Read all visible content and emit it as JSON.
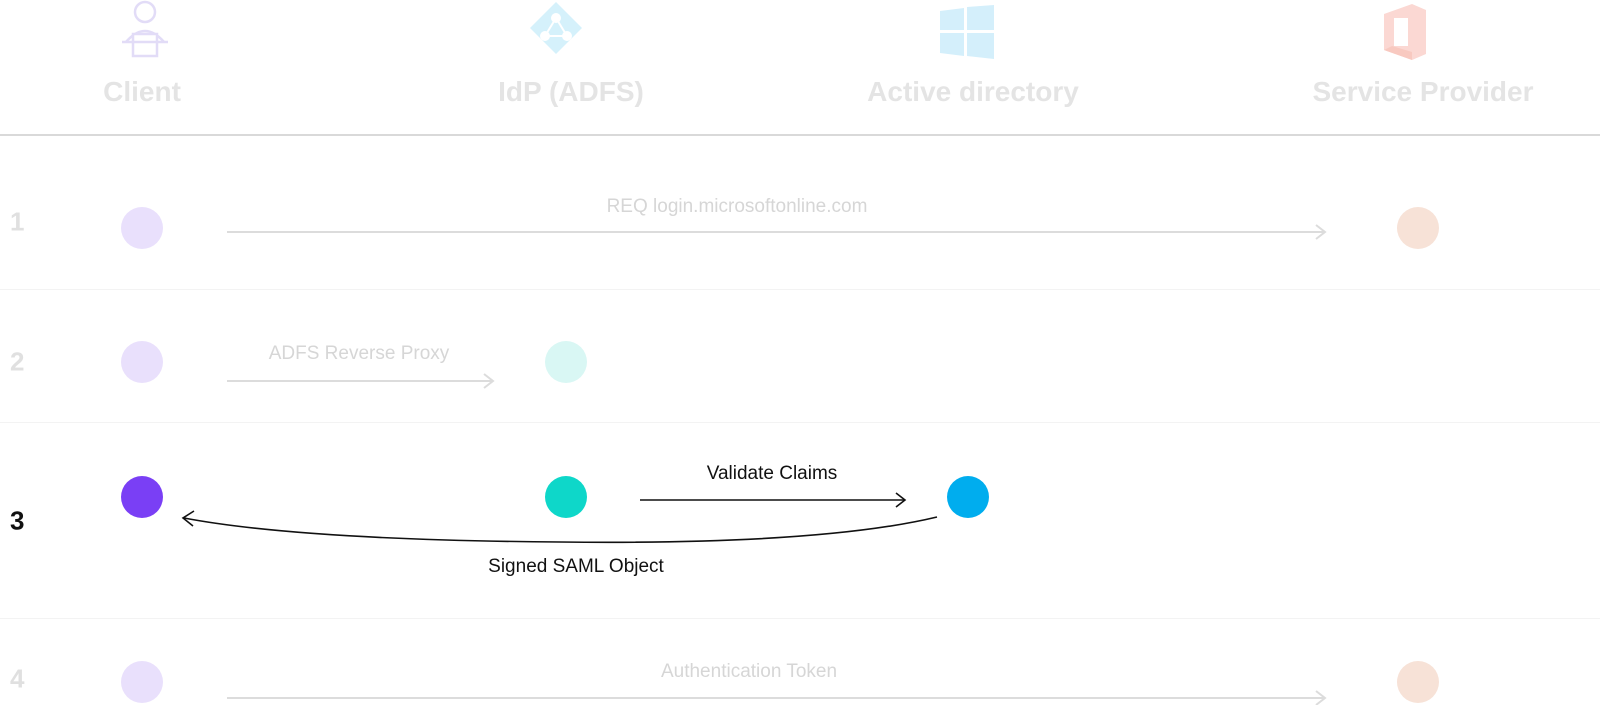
{
  "columns": [
    {
      "title": "Client",
      "icon": "user-computer-icon"
    },
    {
      "title": "IdP (ADFS)",
      "icon": "adfs-network-icon"
    },
    {
      "title": "Active directory",
      "icon": "windows-logo-icon"
    },
    {
      "title": "Service Provider",
      "icon": "office-logo-icon"
    }
  ],
  "steps": [
    {
      "number": "1",
      "message": "REQ login.microsoftonline.com",
      "active": false
    },
    {
      "number": "2",
      "message": "ADFS Reverse Proxy",
      "active": false
    },
    {
      "number": "3",
      "message": "Validate Claims",
      "message_return": "Signed SAML Object",
      "active": true
    },
    {
      "number": "4",
      "message": "Authentication Token",
      "active": false
    }
  ],
  "colors": {
    "client": "#7a3ff5",
    "idp": "#0ed7c9",
    "ad": "#00adee",
    "sp": "#f5d6c4",
    "client_faded": "#e9e0fc",
    "idp_faded": "#d9f7f4"
  }
}
